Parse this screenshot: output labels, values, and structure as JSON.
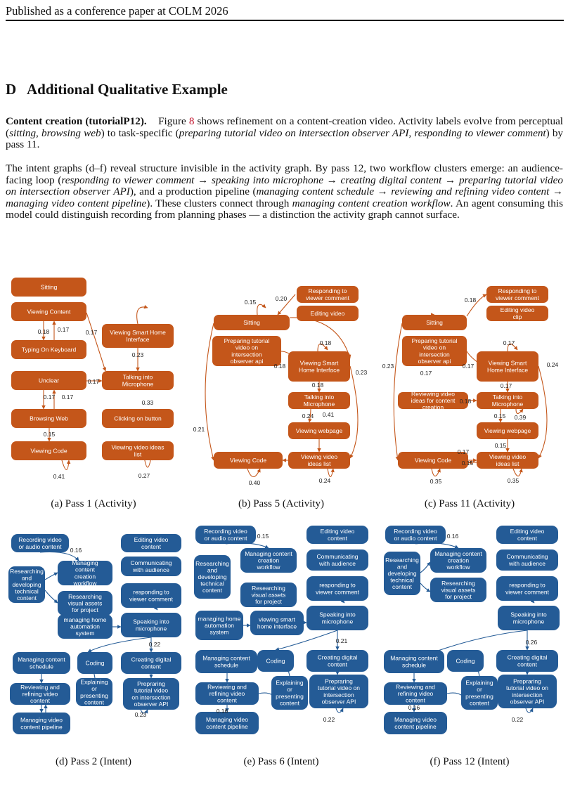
{
  "header": "Published as a conference paper at COLM 2026",
  "section": {
    "number": "D",
    "title": "Additional Qualitative Example"
  },
  "paragraph1": {
    "heading": "Content creation (tutorialP12).",
    "t1": "Figure ",
    "figref": "8",
    "t2": " shows refinement on a content-creation video. Activity labels evolve from perceptual (",
    "i1": "sitting",
    "t3": ", ",
    "i2": "browsing web",
    "t4": ") to task-specific (",
    "i3": "preparing tutorial video on intersection observer API",
    "t5": ", ",
    "i4": "responding to viewer comment",
    "t6": ") by pass 11."
  },
  "paragraph2": {
    "t1": "The intent graphs (d–f) reveal structure invisible in the activity graph. By pass 12, two workflow clusters emerge: an audience-facing loop (",
    "i1": "responding to viewer comment → speaking into microphone → creating digital content → preparing tutorial video on intersection observer API",
    "t2": "), and a production pipeline (",
    "i2": "managing content schedule → reviewing and refining video content → managing video content pipeline",
    "t3": "). These clusters connect through ",
    "i3": "managing content creation workflow",
    "t4": ". An agent consuming this model could distinguish recording from planning phases — a distinction the activity graph cannot surface."
  },
  "panels": [
    {
      "id": "a",
      "caption": "(a) Pass 1 (Activity)",
      "kind": "activity",
      "nodes": [
        "Sitting",
        "Viewing Content",
        "Typing On Keyboard",
        "Unclear",
        "Browsing Web",
        "Viewing Code",
        "Viewing Smart Home Interface",
        "Talking into Microphone",
        "Clicking on button",
        "Viewing video ideas list"
      ],
      "edge_labels": [
        "0.18",
        "0.17",
        "0.17",
        "0.17",
        "0.17",
        "0.17",
        "0.23",
        "0.33",
        "0.15",
        "0.41",
        "0.27"
      ]
    },
    {
      "id": "b",
      "caption": "(b) Pass 5 (Activity)",
      "kind": "activity",
      "nodes": [
        "Responding to viewer comment",
        "Editing video",
        "Sitting",
        "Preparing tutorial video on intersection observer api",
        "Viewing Smart Home Interface",
        "Talking into Microphone",
        "Viewing webpage",
        "Viewing Code",
        "Viewing video ideas list"
      ],
      "edge_labels": [
        "0.15",
        "0.20",
        "0.21",
        "0.18",
        "0.18",
        "0.23",
        "0.18",
        "0.24",
        "0.41",
        "0.40",
        "0.24"
      ]
    },
    {
      "id": "c",
      "caption": "(c) Pass 11 (Activity)",
      "kind": "activity",
      "nodes": [
        "Responding to viewer comment",
        "Editing video clip",
        "Sitting",
        "Preparing tutorial video on intersection observer api",
        "Viewing Smart Home Interface",
        "Reviewing video ideas for content creation",
        "Talking into Microphone",
        "Viewing webpage",
        "Viewing Code",
        "Viewing video ideas list"
      ],
      "edge_labels": [
        "0.18",
        "0.23",
        "0.17",
        "0.17",
        "0.17",
        "0.24",
        "0.17",
        "0.18",
        "0.15",
        "0.39",
        "0.15",
        "0.17",
        "0.15",
        "0.35",
        "0.35"
      ]
    },
    {
      "id": "d",
      "caption": "(d) Pass 2 (Intent)",
      "kind": "intent",
      "nodes": [
        "Recording video or audio content",
        "Editing video content",
        "Managing content creation workflow",
        "Researching and developing technical content",
        "Communicating with audience",
        "Researching visual assets for project",
        "responding to viewer comment",
        "managing home automation system",
        "Speaking into microphone",
        "Managing content schedule",
        "Coding",
        "Creating digital content",
        "Reviewing and refining video content",
        "Explaining or presenting content",
        "Prepraring tutorial video on intersection observer API",
        "Managing video content pipeline"
      ],
      "edge_labels": [
        "0.16",
        "0.22",
        "0.23"
      ]
    },
    {
      "id": "e",
      "caption": "(e) Pass 6 (Intent)",
      "kind": "intent",
      "nodes": [
        "Recording video or audio content",
        "Editing video content",
        "Managing content creation workflow",
        "Researching and developing technical content",
        "Communicating with audience",
        "Researching visual assets for project",
        "responding to viewer comment",
        "managing home automation system",
        "viewing smart home interface",
        "Speaking into microphone",
        "Managing content schedule",
        "Coding",
        "Creating digital content",
        "Reviewing and refining video content",
        "Explaining or presenting content",
        "Prepraring tutorial video on intersection observer API",
        "Managing video content pipeline"
      ],
      "edge_labels": [
        "0.15",
        "0.21",
        "0.16",
        "0.22"
      ]
    },
    {
      "id": "f",
      "caption": "(f) Pass 12 (Intent)",
      "kind": "intent",
      "nodes": [
        "Recording video or audio content",
        "Editing video content",
        "Managing content creation workflow",
        "Researching and developing technical content",
        "Communicating with audience",
        "Researching visual assets for project",
        "responding to viewer comment",
        "Speaking into microphone",
        "Managing content schedule",
        "Coding",
        "Creating digital content",
        "Reviewing and refining video content",
        "Explaining or presenting content",
        "Prepraring tutorial video on intersection observer API",
        "Managing video content pipeline"
      ],
      "edge_labels": [
        "0.16",
        "0.26",
        "0.16",
        "0.22"
      ]
    }
  ]
}
